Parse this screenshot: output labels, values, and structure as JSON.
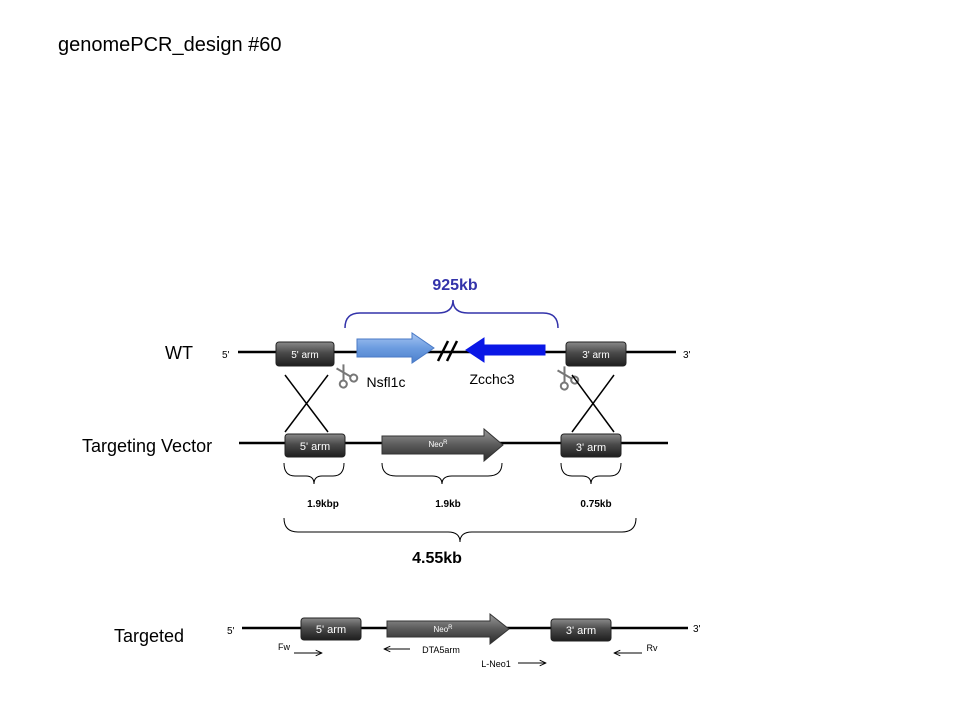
{
  "title": "genomePCR_design  #60",
  "colors": {
    "span_label": "#3333aa",
    "nsfl1c_gene": "#5b8fdb",
    "zcchc3_gene": "#0a17e6",
    "box_dark": "#3a3a3a",
    "line": "#000000"
  },
  "wt": {
    "label": "WT",
    "end5": "5'",
    "end3": "3'",
    "arm5": "5' arm",
    "arm3": "3' arm",
    "gene1": "Nsfl1c",
    "gene2": "Zcchc3",
    "span": "925kb",
    "break_icon": "double-slash-break-icon",
    "cut_icon": "scissors-icon"
  },
  "vector": {
    "label": "Targeting Vector",
    "arm5": "5' arm",
    "neo": "NeoR",
    "arm3": "3' arm",
    "size_arm5": "1.9kbp",
    "size_neo": "1.9kb",
    "size_arm3": "0.75kb",
    "total": "4.55kb"
  },
  "targeted": {
    "label": "Targeted",
    "end5": "5'",
    "end3": "3'",
    "arm5": "5' arm",
    "neo": "NeoR",
    "arm3": "3' arm",
    "primers": {
      "fw": "Fw",
      "dta": "DTA5arm",
      "lneo": "L-Neo1",
      "rv": "Rv"
    }
  }
}
